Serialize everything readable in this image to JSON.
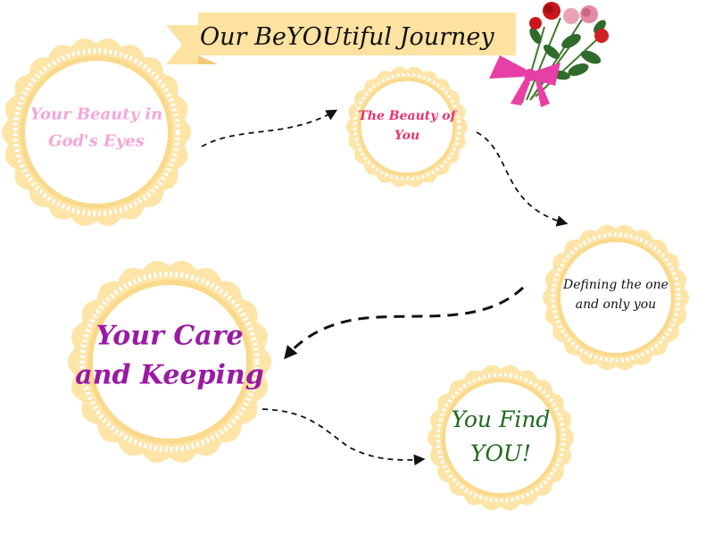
{
  "banner": {
    "title": "Our BeYOUtiful Journey"
  },
  "colors": {
    "badge_fill": "#fde4a7",
    "badge_ring": "#fad98c",
    "badge_inner": "#ffffff",
    "banner_fill": "#fde2a2",
    "banner_fold": "#f3c979",
    "arrow": "#111111",
    "ribbon": "#e83fa6",
    "rose_red": "#c9151b",
    "rose_pink": "#e58aa2",
    "leaf": "#2f6b2a"
  },
  "nodes": [
    {
      "id": "beauty-in-gods-eyes",
      "lines": [
        "Your Beauty in",
        "God's Eyes"
      ],
      "color": "#f4a6da"
    },
    {
      "id": "beauty-of-you",
      "lines": [
        "The Beauty of",
        "You"
      ],
      "color": "#e8336a"
    },
    {
      "id": "defining-one-and-only",
      "lines": [
        "Defining the one",
        "and only you"
      ],
      "color": "#111111"
    },
    {
      "id": "care-and-keeping",
      "lines": [
        "Your Care",
        "and Keeping"
      ],
      "color": "#9a1aa4"
    },
    {
      "id": "you-find-you",
      "lines": [
        "You Find",
        "YOU!"
      ],
      "color": "#1f6a1f"
    }
  ],
  "decoration": {
    "icon": "rose-bouquet-icon"
  }
}
